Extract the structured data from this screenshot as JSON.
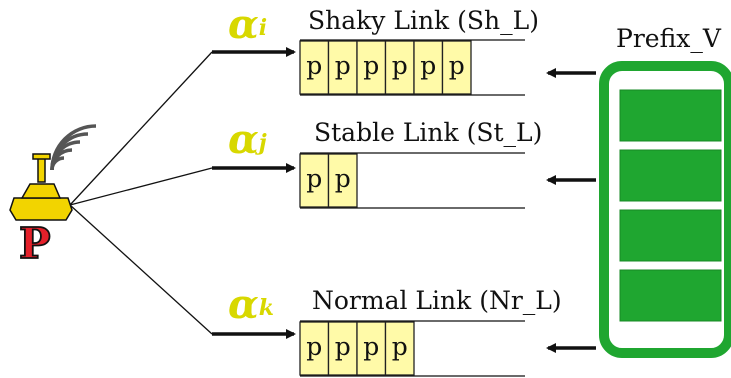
{
  "colors": {
    "alpha": "#d8d800",
    "packet_fill": "#fffaa8",
    "packet_stroke": "#222222",
    "vector_green": "#1fa630",
    "node_yellow": "#f2d400",
    "node_red": "#e4202a"
  },
  "node": {
    "label": "P",
    "icon": "antenna-signal-icon"
  },
  "links": [
    {
      "alpha_symbol": "α",
      "alpha_sub": "i",
      "name": "Shaky Link (Sh_L)",
      "packet": "p",
      "packet_count": 6
    },
    {
      "alpha_symbol": "α",
      "alpha_sub": "j",
      "name": "Stable Link (St_L)",
      "packet": "p",
      "packet_count": 2
    },
    {
      "alpha_symbol": "α",
      "alpha_sub": "k",
      "name": "Normal Link (Nr_L)",
      "packet": "p",
      "packet_count": 4
    }
  ],
  "prefix_vector": {
    "label": "Prefix_V",
    "slot_count": 4
  }
}
